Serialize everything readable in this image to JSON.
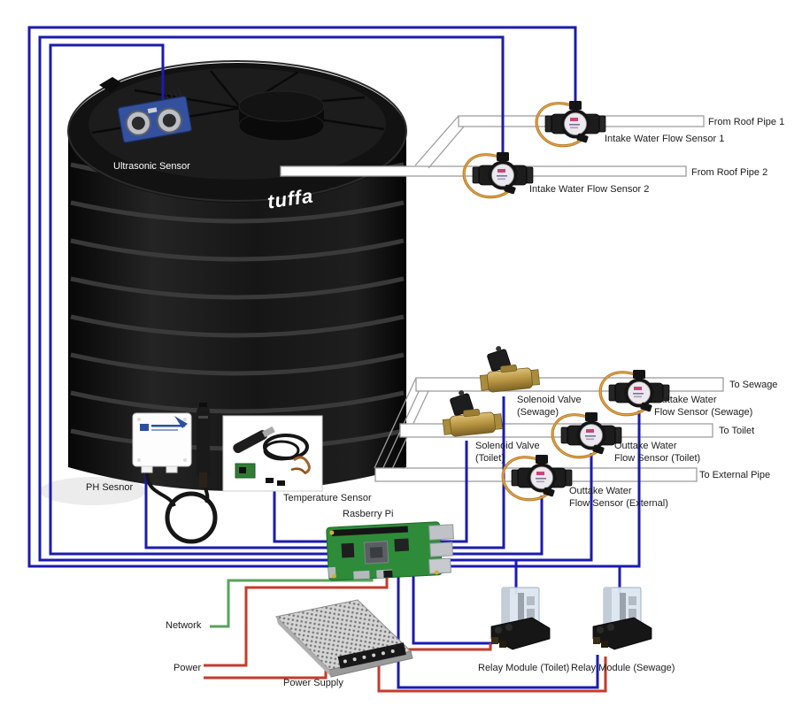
{
  "diagram": {
    "tank": {
      "brand": "tuffa"
    },
    "labels": {
      "ultrasonic": "Ultrasonic Sensor",
      "intake1": "Intake Water Flow Sensor 1",
      "intake2": "Intake Water Flow Sensor 2",
      "from_roof_1": "From Roof Pipe 1",
      "from_roof_2": "From Roof Pipe 2",
      "solenoid_sewage": "Solenoid Valve\n(Sewage)",
      "solenoid_toilet": "Solenoid Valve\n(Toilet)",
      "outtake_sewage": "Outtake Water\nFlow Sensor (Sewage)",
      "outtake_toilet": "Outtake Water\nFlow Sensor (Toilet)",
      "outtake_external": "Outtake Water\nFlow Sensor (External)",
      "to_sewage": "To Sewage",
      "to_toilet": "To Toilet",
      "to_external": "To External Pipe",
      "ph": "PH Sesnor",
      "temperature": "Temperature Sensor",
      "raspberry_pi": "Rasberry Pi",
      "network": "Network",
      "power": "Power",
      "power_supply": "Power Supply",
      "relay_toilet": "Relay Module (Toilet)",
      "relay_sewage": "Relay Module (Sewage)"
    },
    "colors": {
      "signal_wire": "#1b1bb0",
      "power_wire": "#c63a2b",
      "network_wire": "#58a35c",
      "pipe_outline": "#9e9e9e",
      "tank_body": "#141414",
      "valve_brass": "#c2a054",
      "flow_sensor_wire": "#b87d28",
      "pi_board": "#2e8b3a",
      "relay_cube": "#dce6ee",
      "psu_case": "#d4d4d4"
    }
  }
}
